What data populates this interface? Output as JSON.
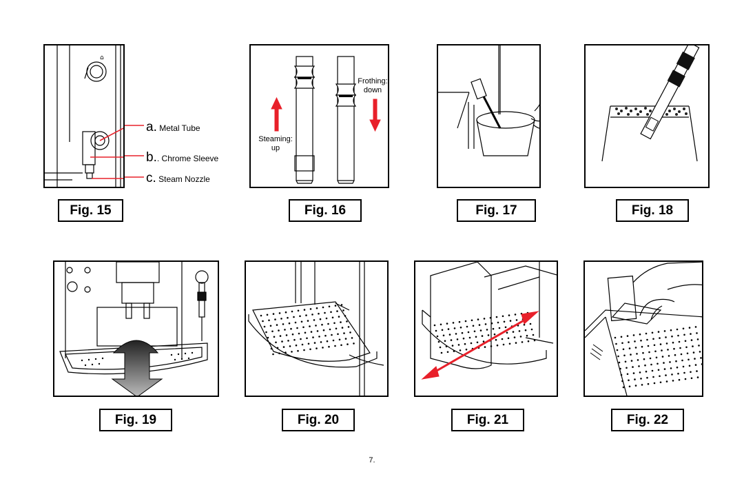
{
  "figures": {
    "fig15": {
      "label": "Fig. 15",
      "callouts": [
        {
          "letter": "a.",
          "text": "Metal Tube"
        },
        {
          "letter": "b.",
          "text": ". Chrome Sleeve"
        },
        {
          "letter": "c.",
          "text": "Steam Nozzle"
        }
      ]
    },
    "fig16": {
      "label": "Fig. 16",
      "frothing_line1": "Frothing:",
      "frothing_line2": "down",
      "steaming_line1": "Steaming:",
      "steaming_line2": "up"
    },
    "fig17": {
      "label": "Fig. 17"
    },
    "fig18": {
      "label": "Fig. 18"
    },
    "fig19": {
      "label": "Fig. 19"
    },
    "fig20": {
      "label": "Fig. 20"
    },
    "fig21": {
      "label": "Fig. 21"
    },
    "fig22": {
      "label": "Fig. 22"
    }
  },
  "page_number": "7.",
  "colors": {
    "accent_red": "#e8202a",
    "line": "#000000"
  }
}
